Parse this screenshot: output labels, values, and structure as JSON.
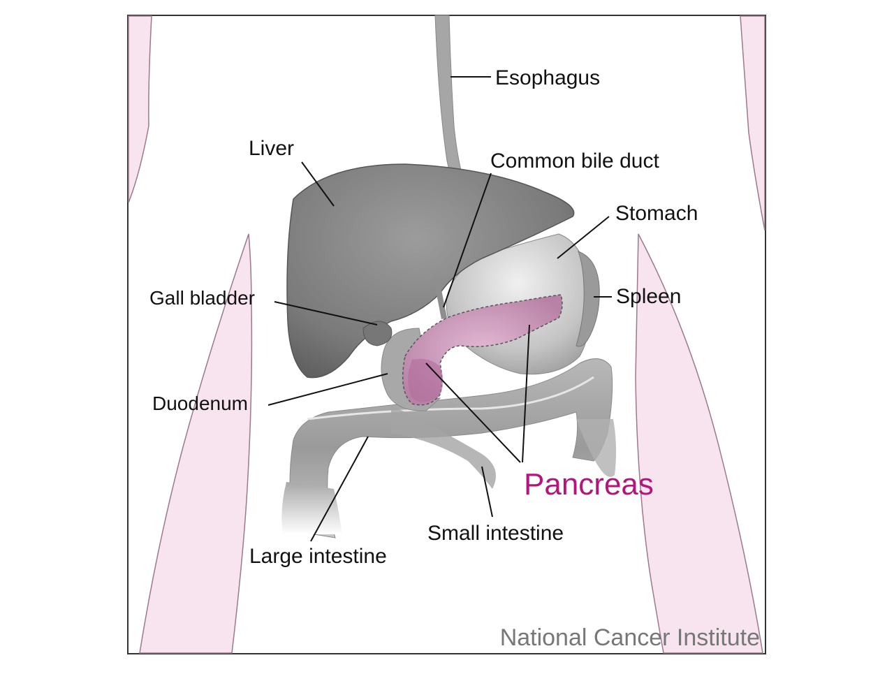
{
  "diagram": {
    "labels": {
      "esophagus": "Esophagus",
      "liver": "Liver",
      "common_bile_duct": "Common bile duct",
      "stomach": "Stomach",
      "spleen": "Spleen",
      "gall_bladder": "Gall bladder",
      "duodenum": "Duodenum",
      "pancreas": "Pancreas",
      "small_intestine": "Small intestine",
      "large_intestine": "Large intestine"
    },
    "credit": "National Cancer Institute"
  },
  "colors": {
    "accent": "#b5157a",
    "organ_gray": "#8a8a8a",
    "body_pink": "#f7e4ef",
    "pancreas_fill": "#cf9ec0"
  }
}
